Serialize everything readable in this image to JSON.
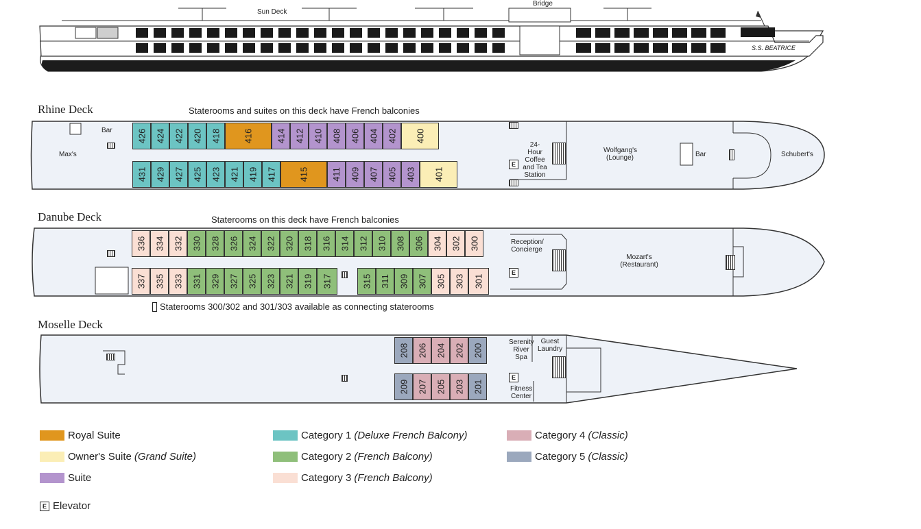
{
  "colors": {
    "royal": "#e0961e",
    "owners": "#fbeeb6",
    "suite": "#b394cd",
    "cat1": "#6cc4c3",
    "cat2": "#8fbf7a",
    "cat3": "#fadfd4",
    "cat4": "#d9aeb6",
    "cat5": "#9ba8bd",
    "hull": "#eef2f8"
  },
  "ship": {
    "sun_deck": "Sun Deck",
    "bridge": "Bridge",
    "name": "S.S. BEATRICE"
  },
  "rhine": {
    "title": "Rhine Deck",
    "note": "Staterooms and suites on this deck have French balconies",
    "bar_fore": "Bar",
    "maxs": "Max's",
    "coffee": "24-Hour Coffee and Tea Station",
    "lounge": "Wolfgang's (Lounge)",
    "bar_aft": "Bar",
    "schuberts": "Schubert's",
    "top_row": [
      "426",
      "424",
      "422",
      "420",
      "418",
      "416",
      "414",
      "412",
      "410",
      "408",
      "406",
      "404",
      "402",
      "400"
    ],
    "bottom_row": [
      "431",
      "429",
      "427",
      "425",
      "423",
      "421",
      "419",
      "417",
      "415",
      "411",
      "409",
      "407",
      "405",
      "403",
      "401"
    ]
  },
  "danube": {
    "title": "Danube Deck",
    "note": "Staterooms on this deck have French balconies",
    "reception": "Reception/ Concierge",
    "restaurant": "Mozart's (Restaurant)",
    "connecting_note": "Staterooms 300/302 and 301/303 available as connecting staterooms",
    "top_row": [
      "336",
      "334",
      "332",
      "330",
      "328",
      "326",
      "324",
      "322",
      "320",
      "318",
      "316",
      "314",
      "312",
      "310",
      "308",
      "306",
      "304",
      "302",
      "300"
    ],
    "bottom_left": [
      "337",
      "335",
      "333",
      "331",
      "329",
      "327",
      "325",
      "323",
      "321",
      "319",
      "317"
    ],
    "bottom_right": [
      "315",
      "311",
      "309",
      "307",
      "305",
      "303",
      "301"
    ]
  },
  "moselle": {
    "title": "Moselle Deck",
    "spa": "Serenity River Spa",
    "laundry": "Guest Laundry",
    "fitness": "Fitness Center",
    "top_row": [
      "208",
      "206",
      "204",
      "202",
      "200"
    ],
    "bottom_row": [
      "209",
      "207",
      "205",
      "203",
      "201"
    ]
  },
  "legend": {
    "royal": {
      "name": "Royal Suite",
      "sub": ""
    },
    "owners": {
      "name": "Owner's Suite",
      "sub": "(Grand Suite)"
    },
    "suite": {
      "name": "Suite",
      "sub": ""
    },
    "cat1": {
      "name": "Category 1",
      "sub": "(Deluxe French Balcony)"
    },
    "cat2": {
      "name": "Category 2",
      "sub": "(French Balcony)"
    },
    "cat3": {
      "name": "Category 3",
      "sub": "(French Balcony)"
    },
    "cat4": {
      "name": "Category 4",
      "sub": "(Classic)"
    },
    "cat5": {
      "name": "Category 5",
      "sub": "(Classic)"
    },
    "elevator_symbol": "E",
    "elevator": "Elevator"
  }
}
